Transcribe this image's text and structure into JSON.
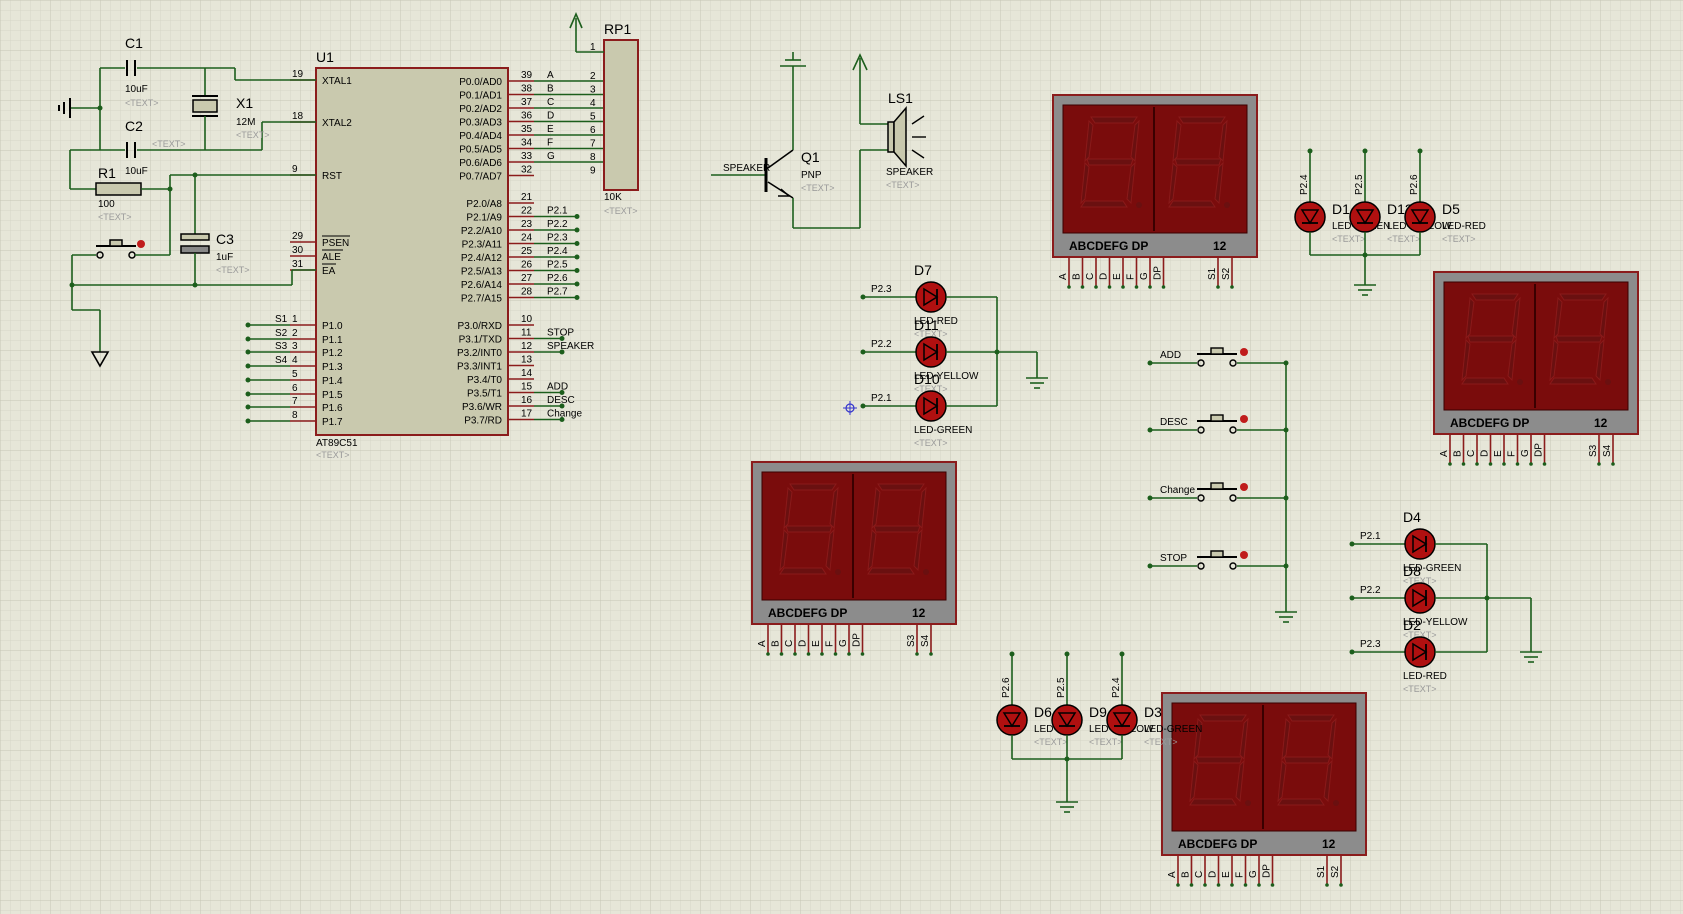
{
  "mcu": {
    "ref": "U1",
    "part": "AT89C51",
    "left_pins": [
      {
        "num": "19",
        "name": "XTAL1"
      },
      {
        "num": "18",
        "name": "XTAL2"
      },
      {
        "num": "9",
        "name": "RST"
      },
      {
        "num": "29",
        "name": "PSEN"
      },
      {
        "num": "30",
        "name": "ALE"
      },
      {
        "num": "31",
        "name": "EA"
      },
      {
        "num": "1",
        "name": "P1.0",
        "net": "S1"
      },
      {
        "num": "2",
        "name": "P1.1",
        "net": "S2"
      },
      {
        "num": "3",
        "name": "P1.2",
        "net": "S3"
      },
      {
        "num": "4",
        "name": "P1.3",
        "net": "S4"
      },
      {
        "num": "5",
        "name": "P1.4",
        "net": ""
      },
      {
        "num": "6",
        "name": "P1.5",
        "net": ""
      },
      {
        "num": "7",
        "name": "P1.6",
        "net": ""
      },
      {
        "num": "8",
        "name": "P1.7",
        "net": ""
      }
    ],
    "p0_pins": [
      {
        "num": "39",
        "name": "P0.0/AD0",
        "net": "A"
      },
      {
        "num": "38",
        "name": "P0.1/AD1",
        "net": "B"
      },
      {
        "num": "37",
        "name": "P0.2/AD2",
        "net": "C"
      },
      {
        "num": "36",
        "name": "P0.3/AD3",
        "net": "D"
      },
      {
        "num": "35",
        "name": "P0.4/AD4",
        "net": "E"
      },
      {
        "num": "34",
        "name": "P0.5/AD5",
        "net": "F"
      },
      {
        "num": "33",
        "name": "P0.6/AD6",
        "net": "G"
      },
      {
        "num": "32",
        "name": "P0.7/AD7",
        "net": ""
      }
    ],
    "p2_pins": [
      {
        "num": "21",
        "name": "P2.0/A8",
        "net": ""
      },
      {
        "num": "22",
        "name": "P2.1/A9",
        "net": "P2.1"
      },
      {
        "num": "23",
        "name": "P2.2/A10",
        "net": "P2.2"
      },
      {
        "num": "24",
        "name": "P2.3/A11",
        "net": "P2.3"
      },
      {
        "num": "25",
        "name": "P2.4/A12",
        "net": "P2.4"
      },
      {
        "num": "26",
        "name": "P2.5/A13",
        "net": "P2.5"
      },
      {
        "num": "27",
        "name": "P2.6/A14",
        "net": "P2.6"
      },
      {
        "num": "28",
        "name": "P2.7/A15",
        "net": "P2.7"
      }
    ],
    "p3_pins": [
      {
        "num": "10",
        "name": "P3.0/RXD",
        "net": ""
      },
      {
        "num": "11",
        "name": "P3.1/TXD",
        "net": "STOP"
      },
      {
        "num": "12",
        "name": "P3.2/INT0",
        "net": "SPEAKER"
      },
      {
        "num": "13",
        "name": "P3.3/INT1",
        "net": ""
      },
      {
        "num": "14",
        "name": "P3.4/T0",
        "net": ""
      },
      {
        "num": "15",
        "name": "P3.5/T1",
        "net": "ADD"
      },
      {
        "num": "16",
        "name": "P3.6/WR",
        "net": "DESC"
      },
      {
        "num": "17",
        "name": "P3.7/RD",
        "net": "Change"
      }
    ]
  },
  "components": {
    "C1": {
      "ref": "C1",
      "value": "10uF"
    },
    "C2": {
      "ref": "C2",
      "value": "10uF"
    },
    "C3": {
      "ref": "C3",
      "value": "1uF"
    },
    "X1": {
      "ref": "X1",
      "value": "12M"
    },
    "R1": {
      "ref": "R1",
      "value": "100"
    },
    "RP1": {
      "ref": "RP1",
      "value": "10K",
      "pins": [
        "1",
        "2",
        "3",
        "4",
        "5",
        "6",
        "7",
        "8",
        "9"
      ]
    },
    "Q1": {
      "ref": "Q1",
      "value": "PNP",
      "net": "SPEAKER"
    },
    "LS1": {
      "ref": "LS1",
      "value": "SPEAKER"
    },
    "text_placeholder": "<TEXT>"
  },
  "displays": {
    "segment_label": "ABCDEFG  DP",
    "digit_label": "12",
    "pins": [
      "A",
      "B",
      "C",
      "D",
      "E",
      "F",
      "G",
      "DP"
    ],
    "d_top": {
      "s1": "S1",
      "s2": "S2"
    },
    "d_right": {
      "s1": "S3",
      "s2": "S4"
    },
    "d_left": {
      "s1": "S3",
      "s2": "S4"
    },
    "d_bottom": {
      "s1": "S1",
      "s2": "S2"
    }
  },
  "led_groups": {
    "mid": {
      "leds": [
        {
          "ref": "D7",
          "net": "P2.3",
          "part": "LED-RED"
        },
        {
          "ref": "D11",
          "net": "P2.2",
          "part": "LED-YELLOW"
        },
        {
          "ref": "D10",
          "net": "P2.1",
          "part": "LED-GREEN"
        }
      ]
    },
    "topright": {
      "leds": [
        {
          "ref": "D1",
          "net": "P2.4",
          "part": "LED-GREEN"
        },
        {
          "ref": "D12",
          "net": "P2.5",
          "part": "LED-YELLOW"
        },
        {
          "ref": "D5",
          "net": "P2.6",
          "part": "LED-RED"
        }
      ]
    },
    "right": {
      "leds": [
        {
          "ref": "D4",
          "net": "P2.1",
          "part": "LED-GREEN"
        },
        {
          "ref": "D8",
          "net": "P2.2",
          "part": "LED-YELLOW"
        },
        {
          "ref": "D2",
          "net": "P2.3",
          "part": "LED-RED"
        }
      ]
    },
    "bottom": {
      "leds": [
        {
          "ref": "D6",
          "net": "P2.6",
          "part": "LED-RED"
        },
        {
          "ref": "D9",
          "net": "P2.5",
          "part": "LED-YELLOW"
        },
        {
          "ref": "D3",
          "net": "P2.4",
          "part": "LED-GREEN"
        }
      ]
    }
  },
  "buttons": [
    "ADD",
    "DESC",
    "Change",
    "STOP"
  ]
}
